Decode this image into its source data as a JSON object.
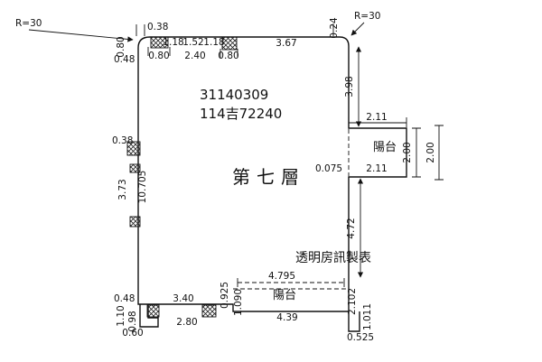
{
  "plan": {
    "serial_no": "31140309",
    "registry_no": "114吉72240",
    "floor": "第七層",
    "watermark": "透明房訊製表",
    "balcony_right": "陽台",
    "balcony_bottom": "陽台"
  },
  "dims": {
    "r30_left": "R=30",
    "r30_right": "R=30",
    "top_038": "0.38",
    "top_118a": "1.18",
    "top_152": "1.52",
    "top_118b": "1.18",
    "top_367": "3.67",
    "top_024": "0.24",
    "left_080": "0.80",
    "left_048_top": "0.48",
    "top_080a": "0.80",
    "top_240": "2.40",
    "top_080b": "0.80",
    "right_398": "3.98",
    "bal_211_top": "2.11",
    "bal_200_a": "2.00",
    "bal_200_b": "2.00",
    "bal_211_bot": "2.11",
    "right_0075": "0.075",
    "left_038": "0.38",
    "left_373": "3.73",
    "left_10705": "10.705",
    "right_472": "4.72",
    "bot_4795": "4.795",
    "bot_0925": "0.925",
    "bot_1090": "1.090",
    "bot_439": "4.39",
    "right_2102": "2.102",
    "right_1011": "1.011",
    "right_0525": "0.525",
    "left_048_bot": "0.48",
    "left_110": "1.10",
    "left_098": "0.98",
    "bot_340": "3.40",
    "bot_280": "2.80",
    "left_060": "0.60"
  }
}
